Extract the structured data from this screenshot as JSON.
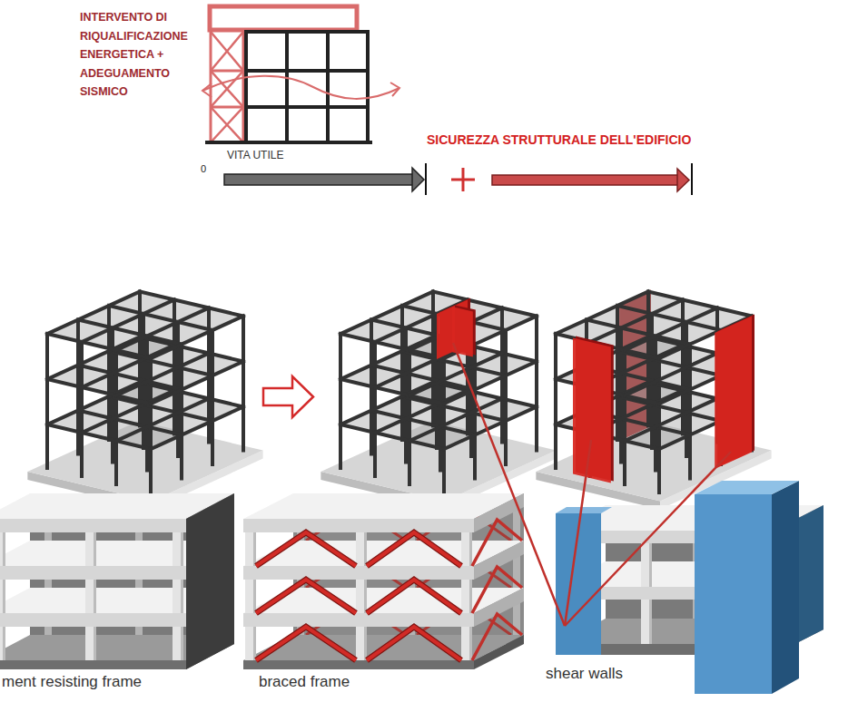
{
  "diagram": {
    "labels": [
      "INTERVENTO DI RIQUALIFICAZIONE ENERGETICA + ADEGUAMENTO SISMICO",
      "VITA UTILE",
      "0",
      "SICUREZZA STRUTTURALE DELL'EDIFICIO",
      "ment resisting frame",
      "braced frame",
      "shear walls"
    ]
  }
}
